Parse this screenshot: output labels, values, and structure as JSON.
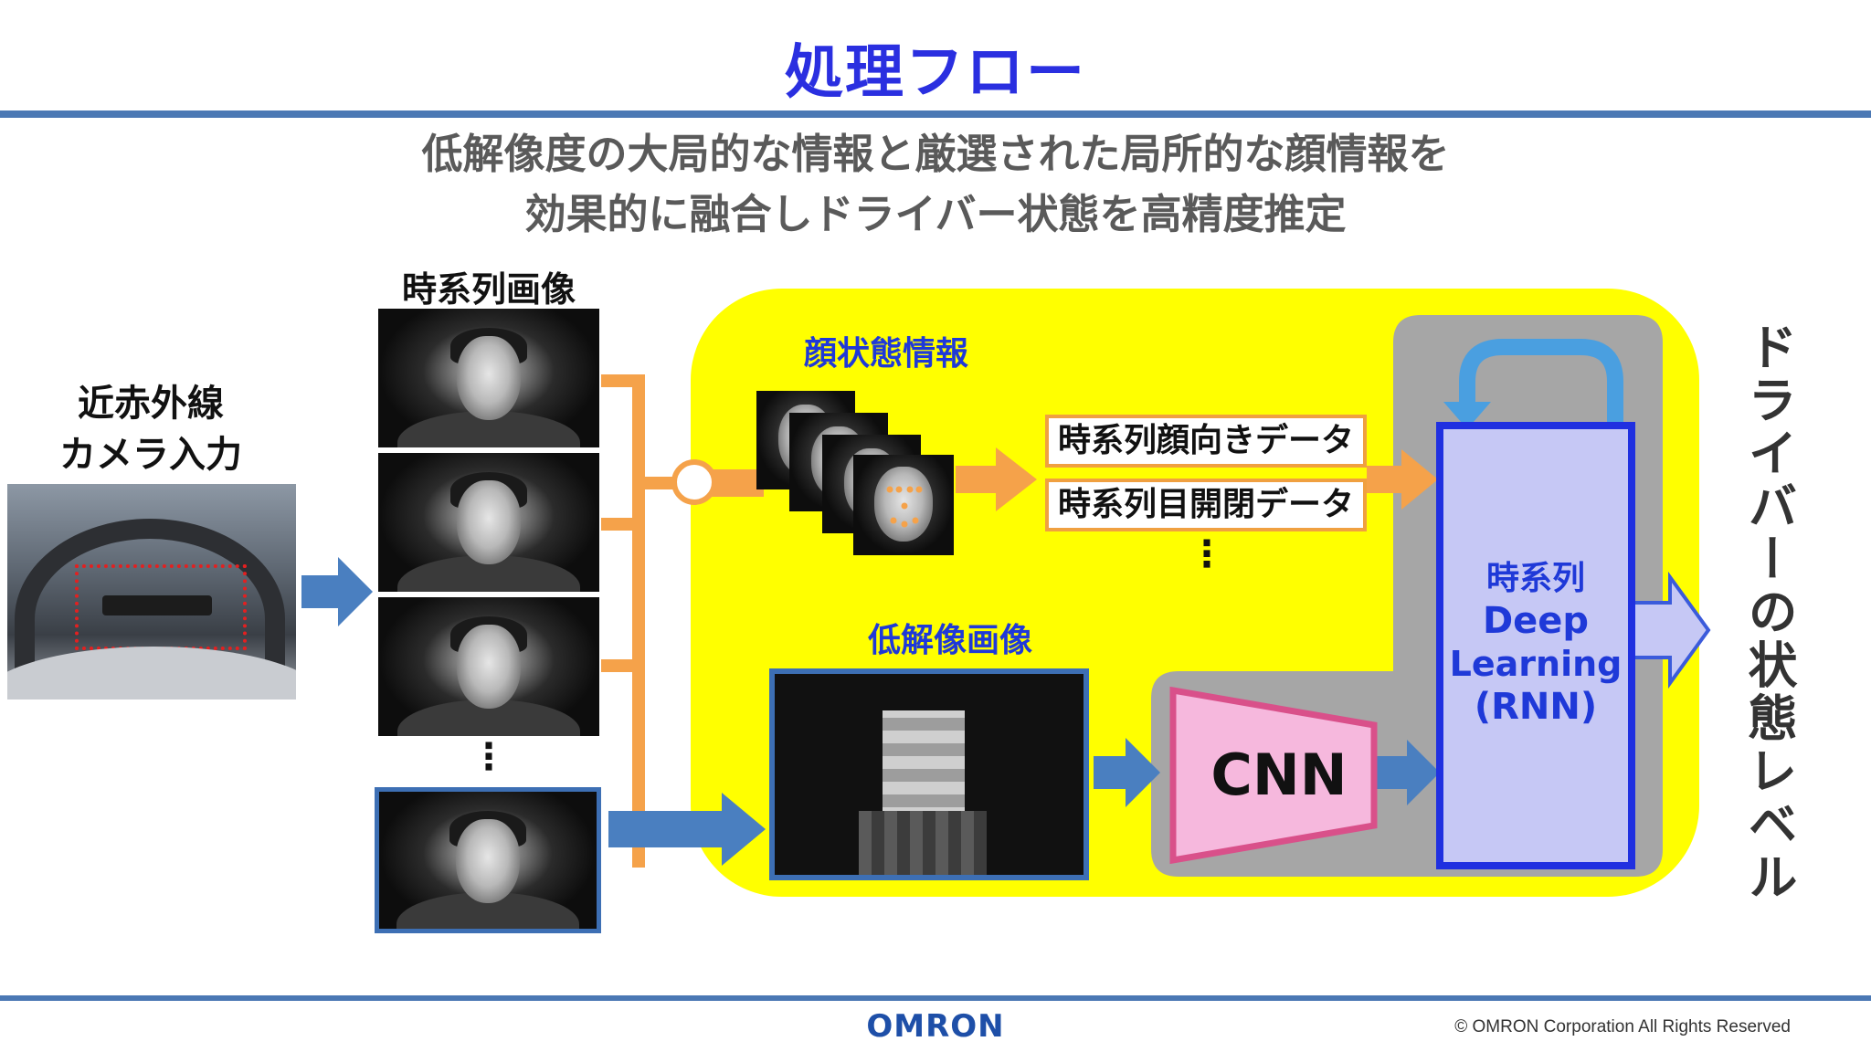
{
  "title": "処理フロー",
  "subtitle": {
    "line1": "低解像度の大局的な情報と厳選された局所的な顔情報を",
    "line2": "効果的に融合しドライバー状態を高精度推定"
  },
  "camera_label": {
    "line1": "近赤外線",
    "line2": "カメラ入力"
  },
  "series_label": "時系列画像",
  "face_state_label": "顔状態情報",
  "face_direction_tag": "時系列顔向きデータ",
  "eye_open_tag": "時系列目開閉データ",
  "ellipsis": "⋮",
  "low_res_label": "低解像画像",
  "cnn_label": "CNN",
  "rnn_label": {
    "line1": "時系列",
    "line2": "Deep",
    "line3": "Learning",
    "line4": "(RNN)"
  },
  "output_label": "ドライバーの状態レベル",
  "footer": {
    "logo": "OMRON",
    "copyright": "© OMRON Corporation All Rights Reserved"
  },
  "colors": {
    "title_blue": "#2a2fe0",
    "rule_blue": "#4b78b4",
    "yellow_panel": "#ffff00",
    "gray_panel": "#a6a6a6",
    "orange_arrow": "#f5a24a",
    "blue_arrow": "#4a7fc0",
    "rnn_fill": "#c6c8f5",
    "cnn_fill": "#f6b8dd",
    "cnn_border": "#d9508a",
    "logo_blue": "#1e4fa8"
  }
}
